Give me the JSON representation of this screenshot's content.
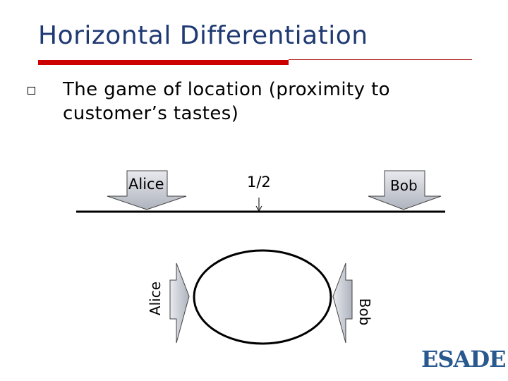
{
  "slide": {
    "title": "Horizontal Differentiation",
    "bullet": "The game of location (proximity to customer’s tastes)"
  },
  "diagram": {
    "line_labels": {
      "left": "Alice",
      "center": "1/2",
      "right": "Bob"
    },
    "circle_labels": {
      "left": "Alice",
      "right": "Bob"
    }
  },
  "logo": {
    "text": "ESADE"
  },
  "colors": {
    "title": "#1f3a73",
    "accent_rule": "#cc0000",
    "arrow_fill": "#c8ccd4",
    "logo": "#29588f"
  }
}
